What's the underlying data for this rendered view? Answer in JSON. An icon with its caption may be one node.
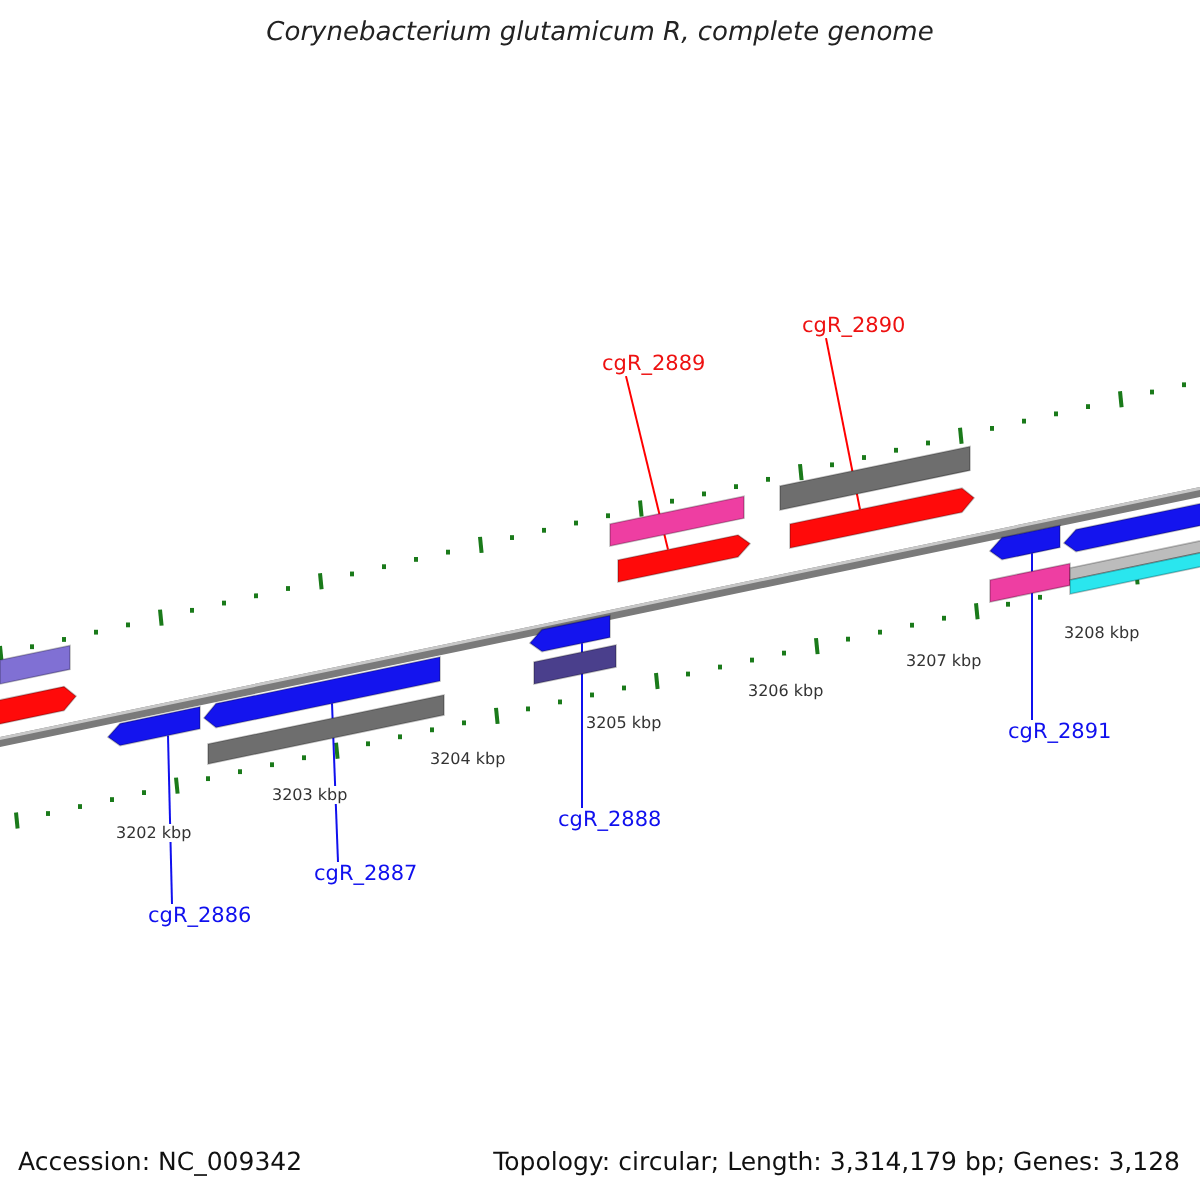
{
  "diagram": {
    "title": "Corynebacterium glutamicum R, complete genome",
    "nodes": [
      {
        "text": [
          "cgR_2886"
        ]
      },
      {
        "text": [
          "cgR_2887"
        ]
      },
      {
        "text": [
          "cgR_2888"
        ]
      },
      {
        "text": [
          "cgR_2889"
        ]
      },
      {
        "text": [
          "cgR_2890"
        ]
      },
      {
        "text": [
          "cgR_2891"
        ]
      },
      {
        "text": [],
        "shape": "bar"
      },
      {
        "text": [],
        "shape": "bar"
      },
      {
        "text": [],
        "shape": "bar"
      },
      {
        "text": [],
        "shape": "bar"
      },
      {
        "text": [],
        "shape": "bar"
      },
      {
        "text": [],
        "shape": "bar"
      }
    ],
    "edges": [
      {
        "from": 0,
        "to": 6,
        "arrow": "none"
      },
      {
        "from": 1,
        "to": 7,
        "arrow": "none"
      },
      {
        "from": 2,
        "to": 8,
        "arrow": "none"
      },
      {
        "from": 3,
        "to": 9,
        "arrow": "none",
        "color": "#ff0000"
      },
      {
        "from": 4,
        "to": 10,
        "arrow": "none",
        "color": "#ff0000"
      },
      {
        "from": 5,
        "to": 11,
        "arrow": "none"
      }
    ],
    "labels": [
      "3202 kbp",
      "3203 kbp",
      "3204 kbp",
      "3205 kbp",
      "3206 kbp",
      "3207 kbp",
      "3208 kbp",
      "Accession: NC_009342",
      "Topology: circular; Length: 3,314,179 bp; Genes: 3,128"
    ]
  }
}
